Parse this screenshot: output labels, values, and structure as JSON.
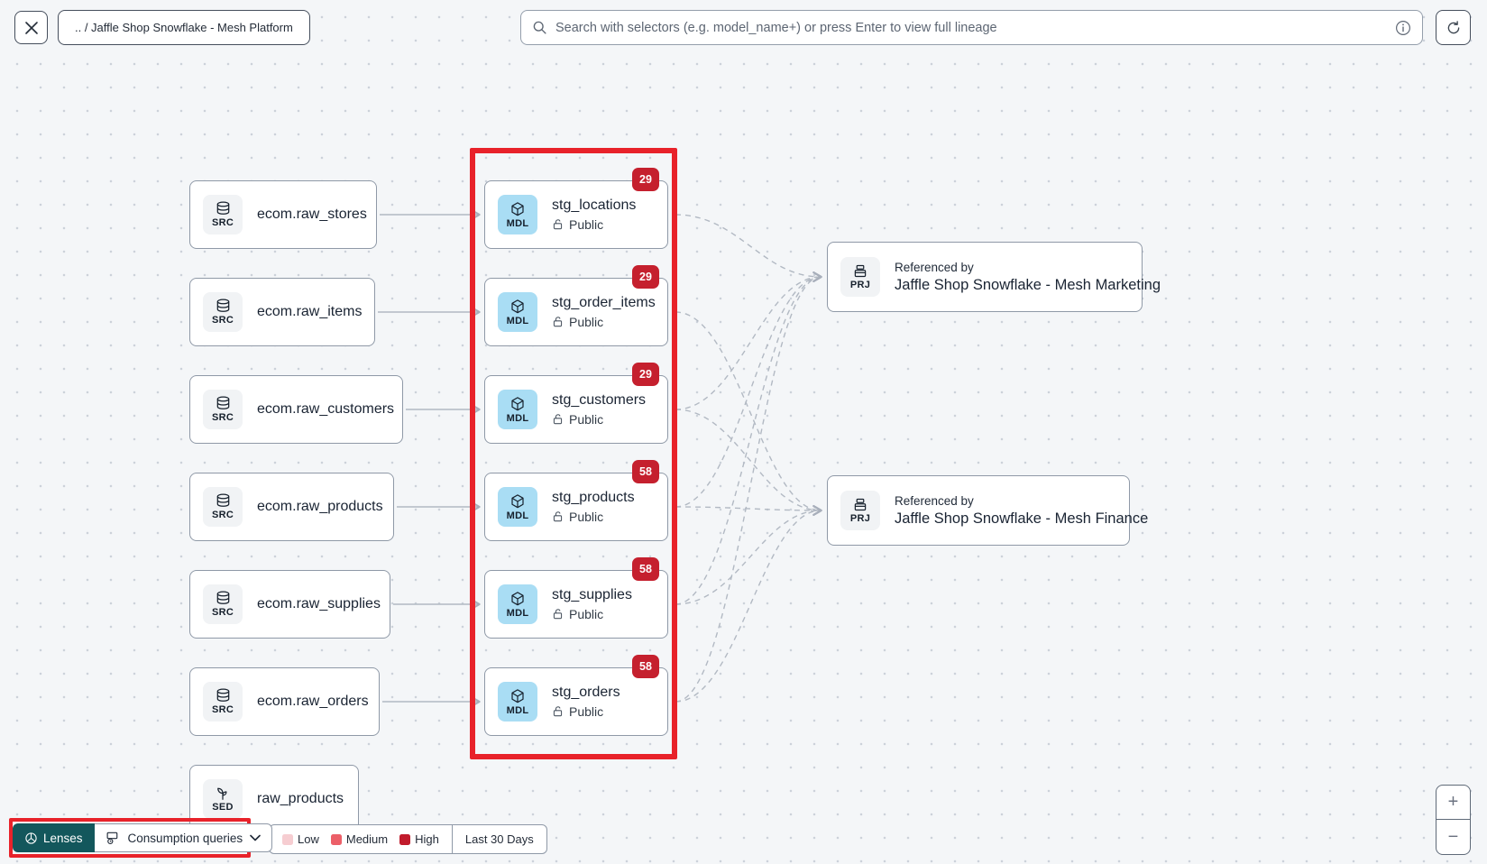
{
  "topbar": {
    "breadcrumb": ".. / Jaffle Shop Snowflake - Mesh Platform",
    "search_placeholder": "Search with selectors (e.g. model_name+) or press Enter to view full lineage"
  },
  "nodes": {
    "sources": [
      {
        "type": "SRC",
        "label": "ecom.raw_stores"
      },
      {
        "type": "SRC",
        "label": "ecom.raw_items"
      },
      {
        "type": "SRC",
        "label": "ecom.raw_customers"
      },
      {
        "type": "SRC",
        "label": "ecom.raw_products"
      },
      {
        "type": "SRC",
        "label": "ecom.raw_supplies"
      },
      {
        "type": "SRC",
        "label": "ecom.raw_orders"
      },
      {
        "type": "SED",
        "label": "raw_products"
      }
    ],
    "models": [
      {
        "type": "MDL",
        "label": "stg_locations",
        "access": "Public",
        "badge": "29"
      },
      {
        "type": "MDL",
        "label": "stg_order_items",
        "access": "Public",
        "badge": "29"
      },
      {
        "type": "MDL",
        "label": "stg_customers",
        "access": "Public",
        "badge": "29"
      },
      {
        "type": "MDL",
        "label": "stg_products",
        "access": "Public",
        "badge": "58"
      },
      {
        "type": "MDL",
        "label": "stg_supplies",
        "access": "Public",
        "badge": "58"
      },
      {
        "type": "MDL",
        "label": "stg_orders",
        "access": "Public",
        "badge": "58"
      }
    ],
    "projects": [
      {
        "type": "PRJ",
        "title": "Referenced by",
        "label": "Jaffle Shop Snowflake - Mesh Marketing"
      },
      {
        "type": "PRJ",
        "title": "Referenced by",
        "label": "Jaffle Shop Snowflake - Mesh Finance"
      }
    ]
  },
  "edges": {
    "direct": [
      {
        "from": "ecom.raw_stores",
        "to": "stg_locations"
      },
      {
        "from": "ecom.raw_items",
        "to": "stg_order_items"
      },
      {
        "from": "ecom.raw_customers",
        "to": "stg_customers"
      },
      {
        "from": "ecom.raw_products",
        "to": "stg_products"
      },
      {
        "from": "ecom.raw_supplies",
        "to": "stg_supplies"
      },
      {
        "from": "ecom.raw_orders",
        "to": "stg_orders"
      }
    ],
    "cross": [
      {
        "from": "stg_locations",
        "to": "Jaffle Shop Snowflake - Mesh Marketing"
      },
      {
        "from": "stg_customers",
        "to": "Jaffle Shop Snowflake - Mesh Marketing"
      },
      {
        "from": "stg_products",
        "to": "Jaffle Shop Snowflake - Mesh Marketing"
      },
      {
        "from": "stg_supplies",
        "to": "Jaffle Shop Snowflake - Mesh Marketing"
      },
      {
        "from": "stg_orders",
        "to": "Jaffle Shop Snowflake - Mesh Marketing"
      },
      {
        "from": "stg_order_items",
        "to": "Jaffle Shop Snowflake - Mesh Finance"
      },
      {
        "from": "stg_customers",
        "to": "Jaffle Shop Snowflake - Mesh Finance"
      },
      {
        "from": "stg_products",
        "to": "Jaffle Shop Snowflake - Mesh Finance"
      },
      {
        "from": "stg_supplies",
        "to": "Jaffle Shop Snowflake - Mesh Finance"
      },
      {
        "from": "stg_orders",
        "to": "Jaffle Shop Snowflake - Mesh Finance"
      }
    ]
  },
  "lens_bar": {
    "lenses_label": "Lenses",
    "selected_lens": "Consumption queries"
  },
  "legend": {
    "items": [
      {
        "label": "Low",
        "color": "#f6cdd1"
      },
      {
        "label": "Medium",
        "color": "#ec5f68"
      },
      {
        "label": "High",
        "color": "#c11b2c"
      }
    ],
    "range_label": "Last 30 Days"
  },
  "zoom_controls": {
    "zoom_in": "+",
    "zoom_out": "−"
  },
  "colors": {
    "highlight_red": "#e8222a",
    "badge_red": "#c5202e",
    "model_icon_blue": "#a9ddf4",
    "lenses_teal": "#13575c",
    "edge_gray": "#b2b9c3"
  }
}
